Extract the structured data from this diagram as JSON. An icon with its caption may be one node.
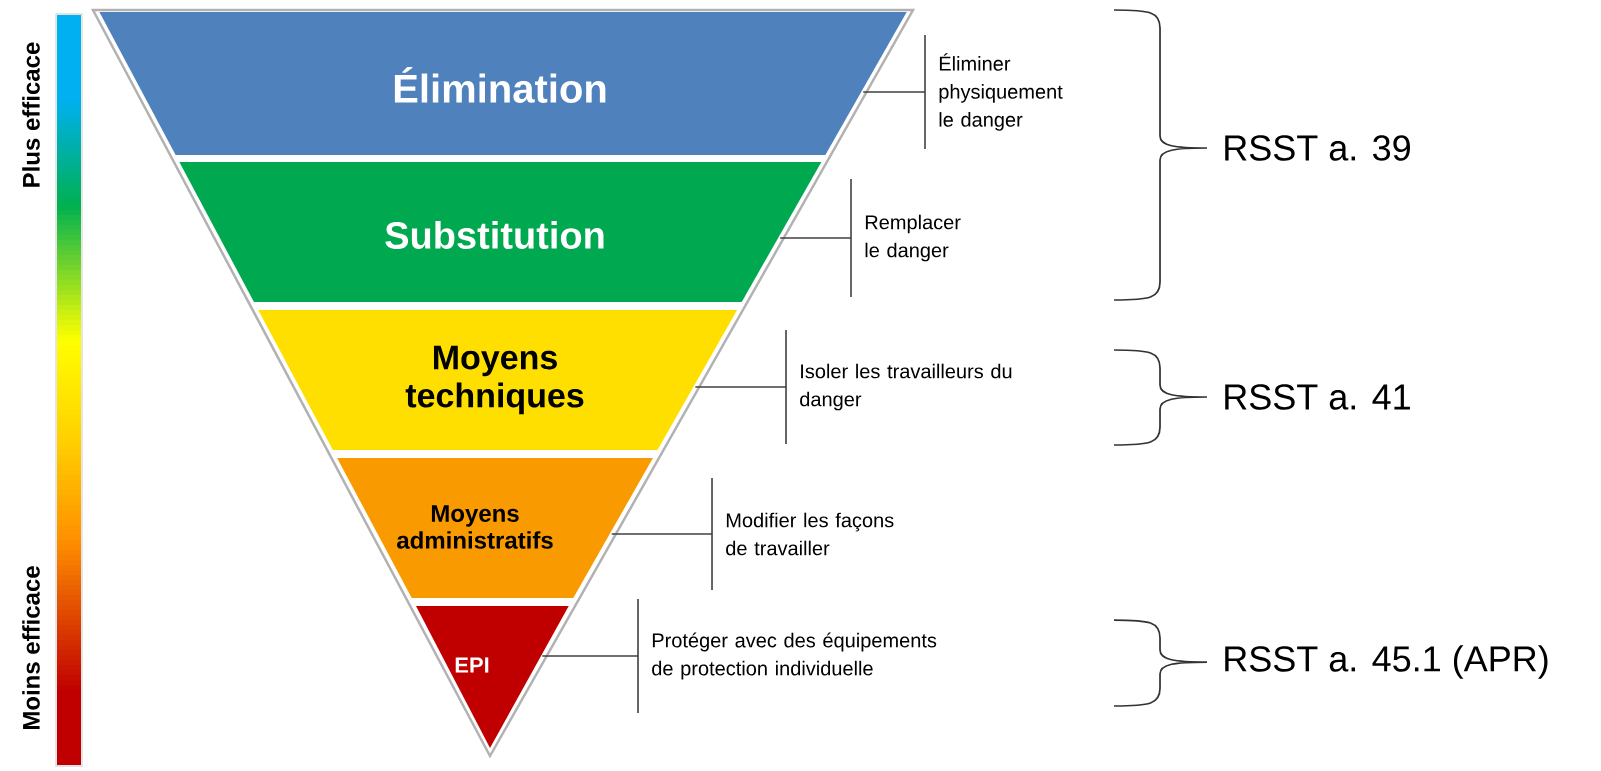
{
  "diagram": {
    "nodes": [
      {
        "text": [
          "Élimination"
        ]
      },
      {
        "text": [
          "Substitution"
        ]
      },
      {
        "text": [
          "Moyens techniques"
        ]
      },
      {
        "text": [
          "Moyens administratifs"
        ]
      },
      {
        "text": [
          "EPI"
        ]
      },
      {
        "text": [
          "Éliminer physiquement le danger"
        ]
      },
      {
        "text": [
          "Remplacer le danger"
        ]
      },
      {
        "text": [
          "Isoler les travailleurs du danger"
        ]
      },
      {
        "text": [
          "Modifier les façons de travailler"
        ]
      },
      {
        "text": [
          "Protéger avec des équipements de protection individuelle"
        ]
      }
    ],
    "edges": [
      {
        "from": 0,
        "to": 5,
        "arrow": "none"
      },
      {
        "from": 1,
        "to": 6,
        "arrow": "none"
      },
      {
        "from": 2,
        "to": 7,
        "arrow": "none"
      },
      {
        "from": 3,
        "to": 8,
        "arrow": "none"
      },
      {
        "from": 4,
        "to": 9,
        "arrow": "none"
      }
    ],
    "labels": [
      "Plus efficace",
      "Moins efficace",
      "RSST a. 39",
      "RSST a. 41",
      "RSST a. 45.1 (APR)"
    ]
  }
}
